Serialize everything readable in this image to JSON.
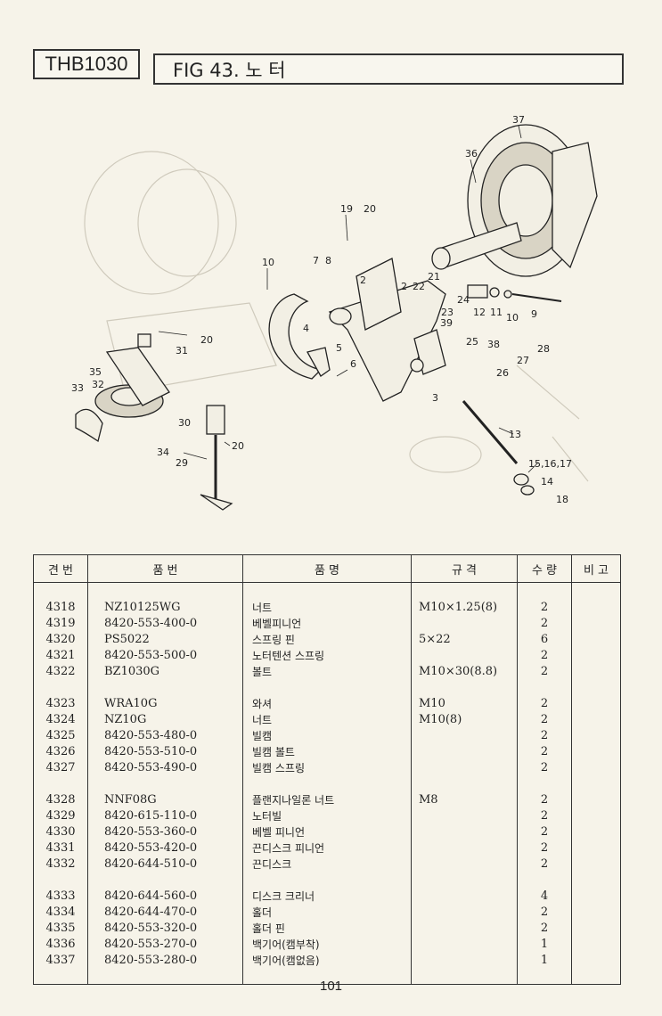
{
  "header": {
    "model": "THB1030",
    "figure_title": "FIG 43. 노  터"
  },
  "callouts": [
    "37",
    "36",
    "19",
    "20",
    "10",
    "7",
    "8",
    "2",
    "2",
    "22",
    "21",
    "24",
    "12",
    "11",
    "10",
    "9",
    "23",
    "39",
    "4",
    "38",
    "25",
    "28",
    "5",
    "6",
    "27",
    "26",
    "3",
    "20",
    "31",
    "35",
    "32",
    "33",
    "34",
    "30",
    "20",
    "29",
    "13",
    "15,16,17",
    "14",
    "18"
  ],
  "table": {
    "headers": [
      "견 번",
      "품     번",
      "품          명",
      "규     격",
      "수 량",
      "비 고"
    ],
    "groups": [
      [
        {
          "no": "4318",
          "part": "NZ10125WG",
          "name": "너트",
          "spec": "M10×1.25(8)",
          "qty": "2"
        },
        {
          "no": "4319",
          "part": "8420-553-400-0",
          "name": "베벨피니언",
          "spec": "",
          "qty": "2"
        },
        {
          "no": "4320",
          "part": "PS5022",
          "name": "스프링 핀",
          "spec": "5×22",
          "qty": "6"
        },
        {
          "no": "4321",
          "part": "8420-553-500-0",
          "name": "노터텐션 스프링",
          "spec": "",
          "qty": "2"
        },
        {
          "no": "4322",
          "part": "BZ1030G",
          "name": "볼트",
          "spec": "M10×30(8.8)",
          "qty": "2"
        }
      ],
      [
        {
          "no": "4323",
          "part": "WRA10G",
          "name": "와셔",
          "spec": "M10",
          "qty": "2"
        },
        {
          "no": "4324",
          "part": "NZ10G",
          "name": "너트",
          "spec": "M10(8)",
          "qty": "2"
        },
        {
          "no": "4325",
          "part": "8420-553-480-0",
          "name": "빌캠",
          "spec": "",
          "qty": "2"
        },
        {
          "no": "4326",
          "part": "8420-553-510-0",
          "name": "빌캠 볼트",
          "spec": "",
          "qty": "2"
        },
        {
          "no": "4327",
          "part": "8420-553-490-0",
          "name": "빌캠 스프링",
          "spec": "",
          "qty": "2"
        }
      ],
      [
        {
          "no": "4328",
          "part": "NNF08G",
          "name": "플랜지나일론 너트",
          "spec": "M8",
          "qty": "2"
        },
        {
          "no": "4329",
          "part": "8420-615-110-0",
          "name": "노터빌",
          "spec": "",
          "qty": "2"
        },
        {
          "no": "4330",
          "part": "8420-553-360-0",
          "name": "베벨 피니언",
          "spec": "",
          "qty": "2"
        },
        {
          "no": "4331",
          "part": "8420-553-420-0",
          "name": "끈디스크 피니언",
          "spec": "",
          "qty": "2"
        },
        {
          "no": "4332",
          "part": "8420-644-510-0",
          "name": "끈디스크",
          "spec": "",
          "qty": "2"
        }
      ],
      [
        {
          "no": "4333",
          "part": "8420-644-560-0",
          "name": "디스크 크리너",
          "spec": "",
          "qty": "4"
        },
        {
          "no": "4334",
          "part": "8420-644-470-0",
          "name": "홀더",
          "spec": "",
          "qty": "2"
        },
        {
          "no": "4335",
          "part": "8420-553-320-0",
          "name": "홀더 핀",
          "spec": "",
          "qty": "2"
        },
        {
          "no": "4336",
          "part": "8420-553-270-0",
          "name": "백기어(캠부착)",
          "spec": "",
          "qty": "1"
        },
        {
          "no": "4337",
          "part": "8420-553-280-0",
          "name": "백기어(캠없음)",
          "spec": "",
          "qty": "1"
        }
      ]
    ]
  },
  "page_number": "101"
}
